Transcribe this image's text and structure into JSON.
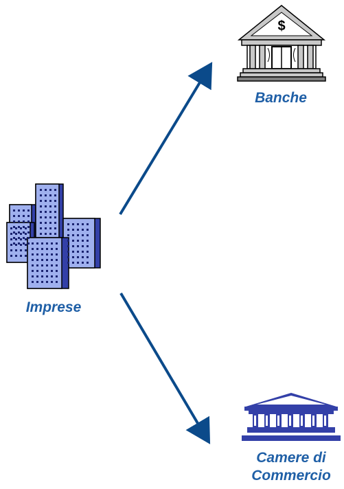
{
  "nodes": {
    "banche": {
      "label": "Banche",
      "icon": "bank-icon"
    },
    "imprese": {
      "label": "Imprese",
      "icon": "office-buildings-icon"
    },
    "camere": {
      "label_line1": "Camere di",
      "label_line2": "Commercio",
      "icon": "classical-building-icon"
    }
  },
  "colors": {
    "arrow": "#0b4a8a",
    "label": "#1f5fa6",
    "building_fill": "#9fb0ee",
    "building_shadow": "#3340a8",
    "outline": "#000000",
    "bank_gray": "#c8c8c8",
    "bank_dark": "#808080"
  }
}
